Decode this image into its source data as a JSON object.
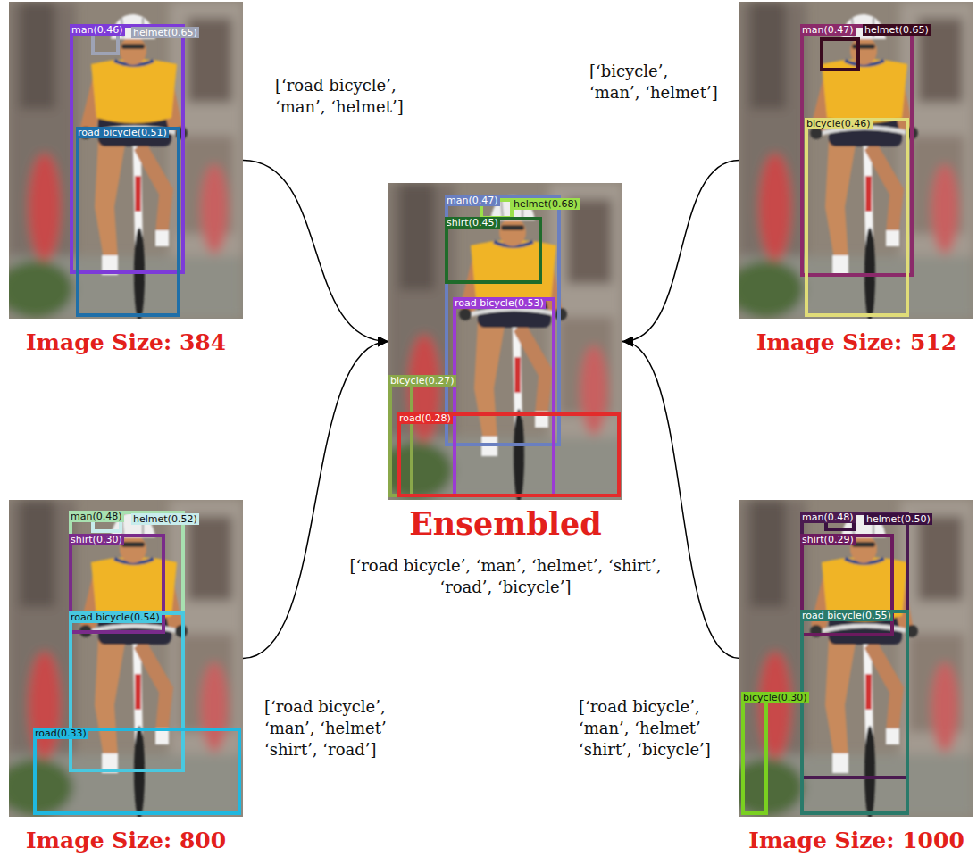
{
  "diagram": {
    "nodes": [
      {
        "text": [
          "Image Size: 384"
        ]
      },
      {
        "text": [
          "man(0.46)"
        ],
        "in": 0
      },
      {
        "text": [
          "helmet(0.65)"
        ],
        "in": 0
      },
      {
        "text": [
          "road bicycle(0.51)"
        ],
        "in": 0
      },
      {
        "text": [
          "Image Size: 512"
        ]
      },
      {
        "text": [
          "man(0.47)"
        ],
        "in": 4
      },
      {
        "text": [
          "helmet(0.65)"
        ],
        "in": 4
      },
      {
        "text": [
          "bicycle(0.46)"
        ],
        "in": 4
      },
      {
        "text": [
          "Ensembled"
        ]
      },
      {
        "text": [
          "man(0.47)"
        ],
        "in": 8
      },
      {
        "text": [
          "helmet(0.68)"
        ],
        "in": 8
      },
      {
        "text": [
          "shirt(0.45)"
        ],
        "in": 8
      },
      {
        "text": [
          "road bicycle(0.53)"
        ],
        "in": 8
      },
      {
        "text": [
          "bicycle(0.27)"
        ],
        "in": 8
      },
      {
        "text": [
          "road(0.28)"
        ],
        "in": 8
      },
      {
        "text": [
          "Image Size: 800"
        ]
      },
      {
        "text": [
          "man(0.48)"
        ],
        "in": 15
      },
      {
        "text": [
          "helmet(0.52)"
        ],
        "in": 15
      },
      {
        "text": [
          "shirt(0.30)"
        ],
        "in": 15
      },
      {
        "text": [
          "road bicycle(0.54)"
        ],
        "in": 15
      },
      {
        "text": [
          "road(0.33)"
        ],
        "in": 15
      },
      {
        "text": [
          "Image Size: 1000"
        ]
      },
      {
        "text": [
          "man(0.48)"
        ],
        "in": 21
      },
      {
        "text": [
          "helmet(0.50)"
        ],
        "in": 21
      },
      {
        "text": [
          "shirt(0.29)"
        ],
        "in": 21
      },
      {
        "text": [
          "road bicycle(0.55)"
        ],
        "in": 21
      },
      {
        "text": [
          "bicycle(0.30)"
        ],
        "in": 21
      }
    ],
    "edges": [
      {
        "from": 0,
        "to": 8,
        "arrow": "to"
      },
      {
        "from": 4,
        "to": 8,
        "arrow": "to"
      },
      {
        "from": 15,
        "to": 8,
        "arrow": "to"
      },
      {
        "from": 21,
        "to": 8,
        "arrow": "to"
      }
    ],
    "labels": [
      "[‘road bicycle’, ‘man’, ‘helmet’]",
      "[‘bicycle’, ‘man’, ‘helmet’]",
      "[‘road bicycle’, ‘man’, ‘helmet’, ‘shirt’, ‘road’, ‘bicycle’]",
      "[‘road bicycle’, ‘man’, ‘helmet’ ‘shirt’, ‘road’]",
      "[‘road bicycle’, ‘man’, ‘helmet’ ‘shirt’, ‘bicycle’]"
    ]
  }
}
